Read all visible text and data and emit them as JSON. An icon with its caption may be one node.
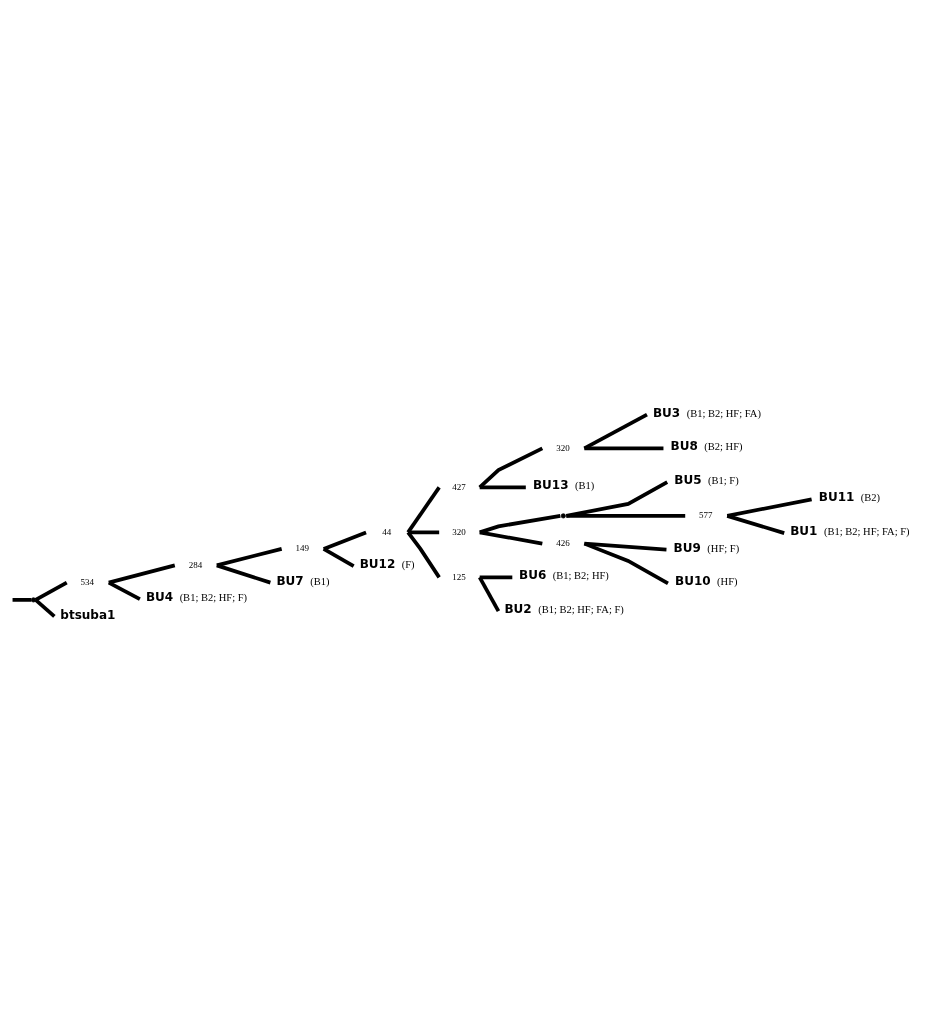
{
  "diagram": {
    "nodes": [
      {
        "text": [],
        "shape": "point"
      },
      {
        "text": [
          "534"
        ]
      },
      {
        "text": [
          "284"
        ]
      },
      {
        "text": [
          "149"
        ]
      },
      {
        "text": [
          "44"
        ]
      },
      {
        "text": [
          "427"
        ]
      },
      {
        "text": [
          "320"
        ]
      },
      {
        "text": [
          "BU3"
        ],
        "beside": [
          "(B1; B2; HF; FA)"
        ]
      },
      {
        "text": [
          "BU8"
        ],
        "beside": [
          "(B2; HF)"
        ]
      },
      {
        "text": [
          "BU13"
        ],
        "beside": [
          "(B1)"
        ]
      },
      {
        "text": [
          "320"
        ]
      },
      {
        "text": [],
        "shape": "point"
      },
      {
        "text": [
          "BU5"
        ],
        "beside": [
          "(B1; F)"
        ]
      },
      {
        "text": [
          "577"
        ]
      },
      {
        "text": [
          "BU11"
        ],
        "beside": [
          "(B2)"
        ]
      },
      {
        "text": [
          "BU1"
        ],
        "beside": [
          "(B1; B2; HF; FA; F)"
        ]
      },
      {
        "text": [
          "426"
        ]
      },
      {
        "text": [
          "BU9"
        ],
        "beside": [
          "(HF; F)"
        ]
      },
      {
        "text": [
          "BU10"
        ],
        "beside": [
          "(HF)"
        ]
      },
      {
        "text": [
          "125"
        ]
      },
      {
        "text": [
          "BU6"
        ],
        "beside": [
          "(B1; B2; HF)"
        ]
      },
      {
        "text": [
          "BU2"
        ],
        "beside": [
          "(B1; B2; HF; FA; F)"
        ]
      },
      {
        "text": [
          "BU12"
        ],
        "beside": [
          "(F)"
        ]
      },
      {
        "text": [
          "BU7"
        ],
        "beside": [
          "(B1)"
        ]
      },
      {
        "text": [
          "BU4"
        ],
        "beside": [
          "(B1; B2; HF; F)"
        ]
      },
      {
        "text": [
          "btsuba1"
        ]
      }
    ],
    "edges": [
      {
        "from": null,
        "to": 0,
        "arrow": "none"
      },
      {
        "from": 0,
        "to": 1,
        "arrow": "none"
      },
      {
        "from": 0,
        "to": 25,
        "arrow": "none"
      },
      {
        "from": 1,
        "to": 2,
        "arrow": "none"
      },
      {
        "from": 1,
        "to": 24,
        "arrow": "none"
      },
      {
        "from": 2,
        "to": 3,
        "arrow": "none"
      },
      {
        "from": 2,
        "to": 23,
        "arrow": "none"
      },
      {
        "from": 3,
        "to": 4,
        "arrow": "none"
      },
      {
        "from": 3,
        "to": 22,
        "arrow": "none"
      },
      {
        "from": 4,
        "to": 5,
        "arrow": "none"
      },
      {
        "from": 4,
        "to": 10,
        "arrow": "none"
      },
      {
        "from": 4,
        "to": 19,
        "arrow": "none"
      },
      {
        "from": 5,
        "to": 6,
        "arrow": "none"
      },
      {
        "from": 5,
        "to": 9,
        "arrow": "none"
      },
      {
        "from": 6,
        "to": 7,
        "arrow": "none"
      },
      {
        "from": 6,
        "to": 8,
        "arrow": "none"
      },
      {
        "from": 10,
        "to": 11,
        "arrow": "none"
      },
      {
        "from": 10,
        "to": 16,
        "arrow": "none"
      },
      {
        "from": 11,
        "to": 12,
        "arrow": "none"
      },
      {
        "from": 11,
        "to": 13,
        "arrow": "none"
      },
      {
        "from": 13,
        "to": 14,
        "arrow": "none"
      },
      {
        "from": 13,
        "to": 15,
        "arrow": "none"
      },
      {
        "from": 16,
        "to": 17,
        "arrow": "none"
      },
      {
        "from": 16,
        "to": 18,
        "arrow": "none"
      },
      {
        "from": 19,
        "to": 20,
        "arrow": "none"
      },
      {
        "from": 19,
        "to": 21,
        "arrow": "none"
      }
    ]
  }
}
